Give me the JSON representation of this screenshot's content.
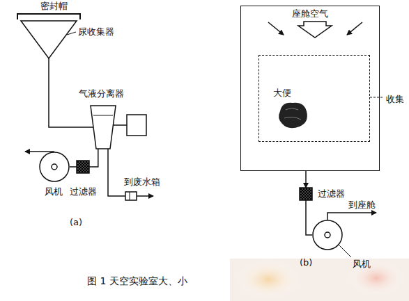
{
  "diagram": {
    "caption": "图 1 天空实验室大、小",
    "nodes": [
      {
        "text": [
          "座舱空气"
        ]
      },
      {
        "text": [
          "收集"
        ],
        "in": 0
      },
      {
        "text": [
          "过滤器"
        ]
      },
      {
        "text": [
          "风机"
        ]
      },
      {
        "text": [
          "气液分离器"
        ]
      },
      {
        "text": [
          "过滤器"
        ]
      },
      {
        "text": [
          "风机"
        ]
      },
      {
        "text": [
          "尿收集器"
        ]
      }
    ],
    "edges": [
      {
        "from": 0,
        "to": 2,
        "arrow": "to"
      },
      {
        "from": 2,
        "to": 3,
        "arrow": "none"
      },
      {
        "from": 7,
        "to": 4,
        "arrow": "none"
      },
      {
        "from": 4,
        "to": 5,
        "arrow": "none"
      },
      {
        "from": 5,
        "to": 6,
        "arrow": "none"
      }
    ],
    "labels": [
      "密封帽",
      "到废水箱",
      "(a)",
      "大便",
      "到座舱",
      "(b)"
    ]
  }
}
